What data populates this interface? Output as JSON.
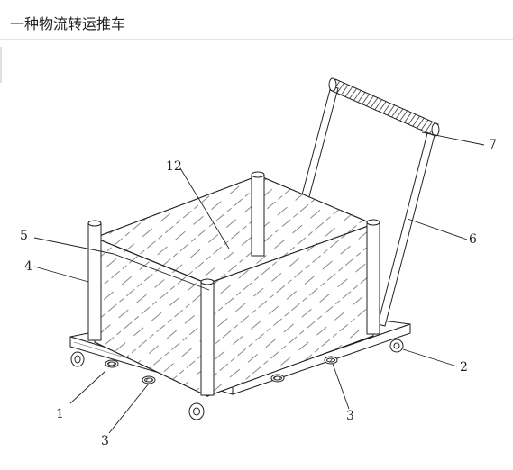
{
  "header": {
    "title": "一种物流转运推车"
  },
  "labels": {
    "l1": "1",
    "l2": "2",
    "l3a": "3",
    "l3b": "3",
    "l4": "4",
    "l5": "5",
    "l6": "6",
    "l7": "7",
    "l12": "12"
  }
}
